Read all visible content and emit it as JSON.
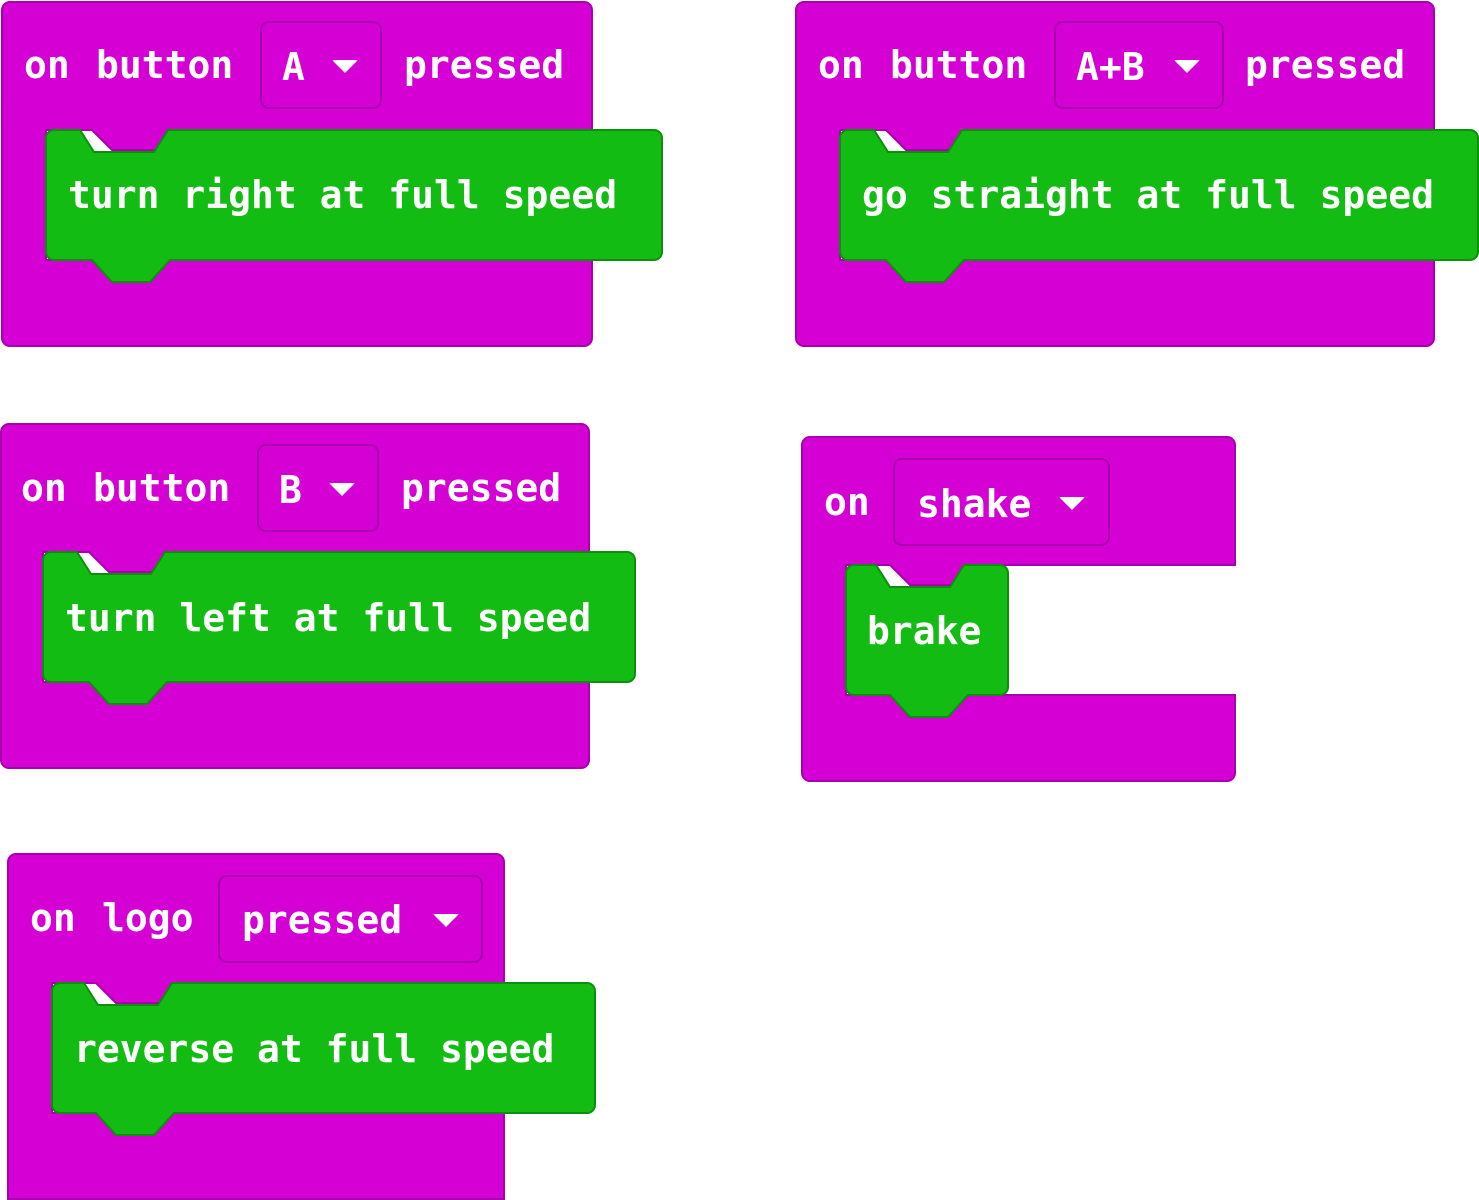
{
  "colors": {
    "event_block": "#d400d4",
    "event_border": "#a700ad",
    "action_block": "#12bc12",
    "action_border": "#0d8f0d",
    "text": "#ffffff"
  },
  "blocks": [
    {
      "event": {
        "on": "on",
        "kind": "button",
        "dropdown": "A",
        "suffix": "pressed"
      },
      "action": "turn right at full speed"
    },
    {
      "event": {
        "on": "on",
        "kind": "button",
        "dropdown": "A+B",
        "suffix": "pressed"
      },
      "action": "go straight at full speed"
    },
    {
      "event": {
        "on": "on",
        "kind": "button",
        "dropdown": "B",
        "suffix": "pressed"
      },
      "action": "turn left at full speed"
    },
    {
      "event": {
        "on": "on",
        "dropdown": "shake"
      },
      "action": "brake"
    },
    {
      "event": {
        "on": "on",
        "kind": "logo",
        "dropdown": "pressed"
      },
      "action": "reverse at full speed"
    }
  ]
}
